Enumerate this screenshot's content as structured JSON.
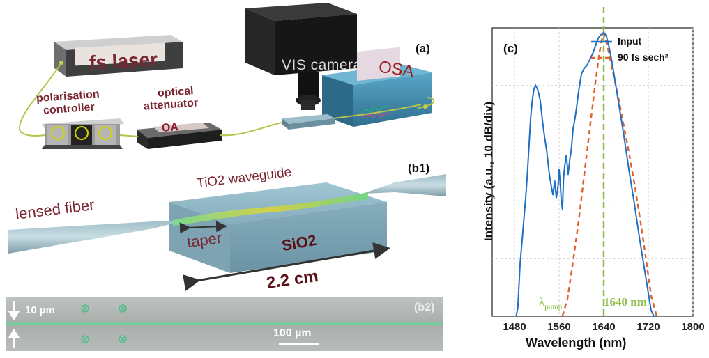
{
  "panel_a": {
    "tag": "(a)",
    "fs_laser": "fs laser",
    "vis_camera": "VIS camera",
    "osa": "OSA",
    "polarisation_line1": "polarisation",
    "polarisation_line2": "controller",
    "attenuator_line1": "optical",
    "attenuator_line2": "attenuator",
    "oa": "OA"
  },
  "panel_b1": {
    "tag": "(b1)",
    "waveguide": "TiO2 waveguide",
    "lensed_fiber": "lensed fiber",
    "taper": "taper",
    "sio2": "SiO2",
    "length": "2.2 cm"
  },
  "panel_b2": {
    "tag": "(b2)",
    "height_label": "10 µm",
    "scale_label": "100 µm"
  },
  "panel_c": {
    "tag": "(c)",
    "pump_symbol": "λ",
    "pump_sub": "pump",
    "pump_value": "1640 nm"
  },
  "colors": {
    "input_line": "#1f6fc4",
    "fit_line": "#e0602a",
    "pump_line": "#8fbf4a",
    "maroon_text": "#7a2630"
  },
  "chart_data": {
    "type": "line",
    "title": "",
    "xlabel": "Wavelength (nm)",
    "ylabel": "Intensity (a.u., 10 dB/div)",
    "xlim": [
      1440,
      1800
    ],
    "ylim": [
      0,
      5
    ],
    "xticks": [
      1480,
      1560,
      1640,
      1720,
      1800
    ],
    "grid": true,
    "legend_position": "top-right",
    "pump_wavelength": 1640,
    "series": [
      {
        "name": "Input",
        "style": "solid",
        "x": [
          1483,
          1486,
          1490,
          1494,
          1497,
          1500,
          1503,
          1506,
          1509,
          1512,
          1515,
          1518,
          1522,
          1526,
          1530,
          1534,
          1538,
          1542,
          1546,
          1549,
          1552,
          1555,
          1558,
          1560,
          1562,
          1564,
          1566,
          1568,
          1570,
          1573,
          1576,
          1579,
          1582,
          1585,
          1588,
          1591,
          1595,
          1600,
          1605,
          1610,
          1615,
          1620,
          1625,
          1630,
          1635,
          1638,
          1640,
          1642,
          1645,
          1650,
          1655,
          1660,
          1665,
          1670,
          1675,
          1680,
          1685,
          1690,
          1695,
          1700,
          1705,
          1710,
          1715,
          1720,
          1725,
          1730,
          1734
        ],
        "y": [
          -0.3,
          0.15,
          0.9,
          1.35,
          1.7,
          2.05,
          2.45,
          2.95,
          3.45,
          3.75,
          3.95,
          4.0,
          3.92,
          3.75,
          3.4,
          3.1,
          2.85,
          2.5,
          2.25,
          2.1,
          2.35,
          2.05,
          2.25,
          2.55,
          2.3,
          2.0,
          1.85,
          2.4,
          2.6,
          2.8,
          2.45,
          2.7,
          2.9,
          3.25,
          3.4,
          3.6,
          3.9,
          4.2,
          4.3,
          4.35,
          4.45,
          4.55,
          4.68,
          4.82,
          4.88,
          4.9,
          4.92,
          4.9,
          4.85,
          4.65,
          4.4,
          4.1,
          3.8,
          3.5,
          3.2,
          2.88,
          2.55,
          2.25,
          1.95,
          1.62,
          1.3,
          1.0,
          0.7,
          0.4,
          0.1,
          -0.2,
          -0.45
        ]
      },
      {
        "name": "90 fs sech²",
        "style": "dashed",
        "x": [
          1566,
          1575,
          1585,
          1595,
          1605,
          1615,
          1625,
          1632,
          1637,
          1640,
          1643,
          1648,
          1655,
          1665,
          1675,
          1685,
          1695,
          1705,
          1715,
          1725,
          1735
        ],
        "y": [
          -0.3,
          0.3,
          0.95,
          1.65,
          2.45,
          3.25,
          4.05,
          4.55,
          4.82,
          4.9,
          4.82,
          4.62,
          4.3,
          3.85,
          3.35,
          2.85,
          2.3,
          1.7,
          1.05,
          0.35,
          -0.35
        ]
      }
    ]
  }
}
